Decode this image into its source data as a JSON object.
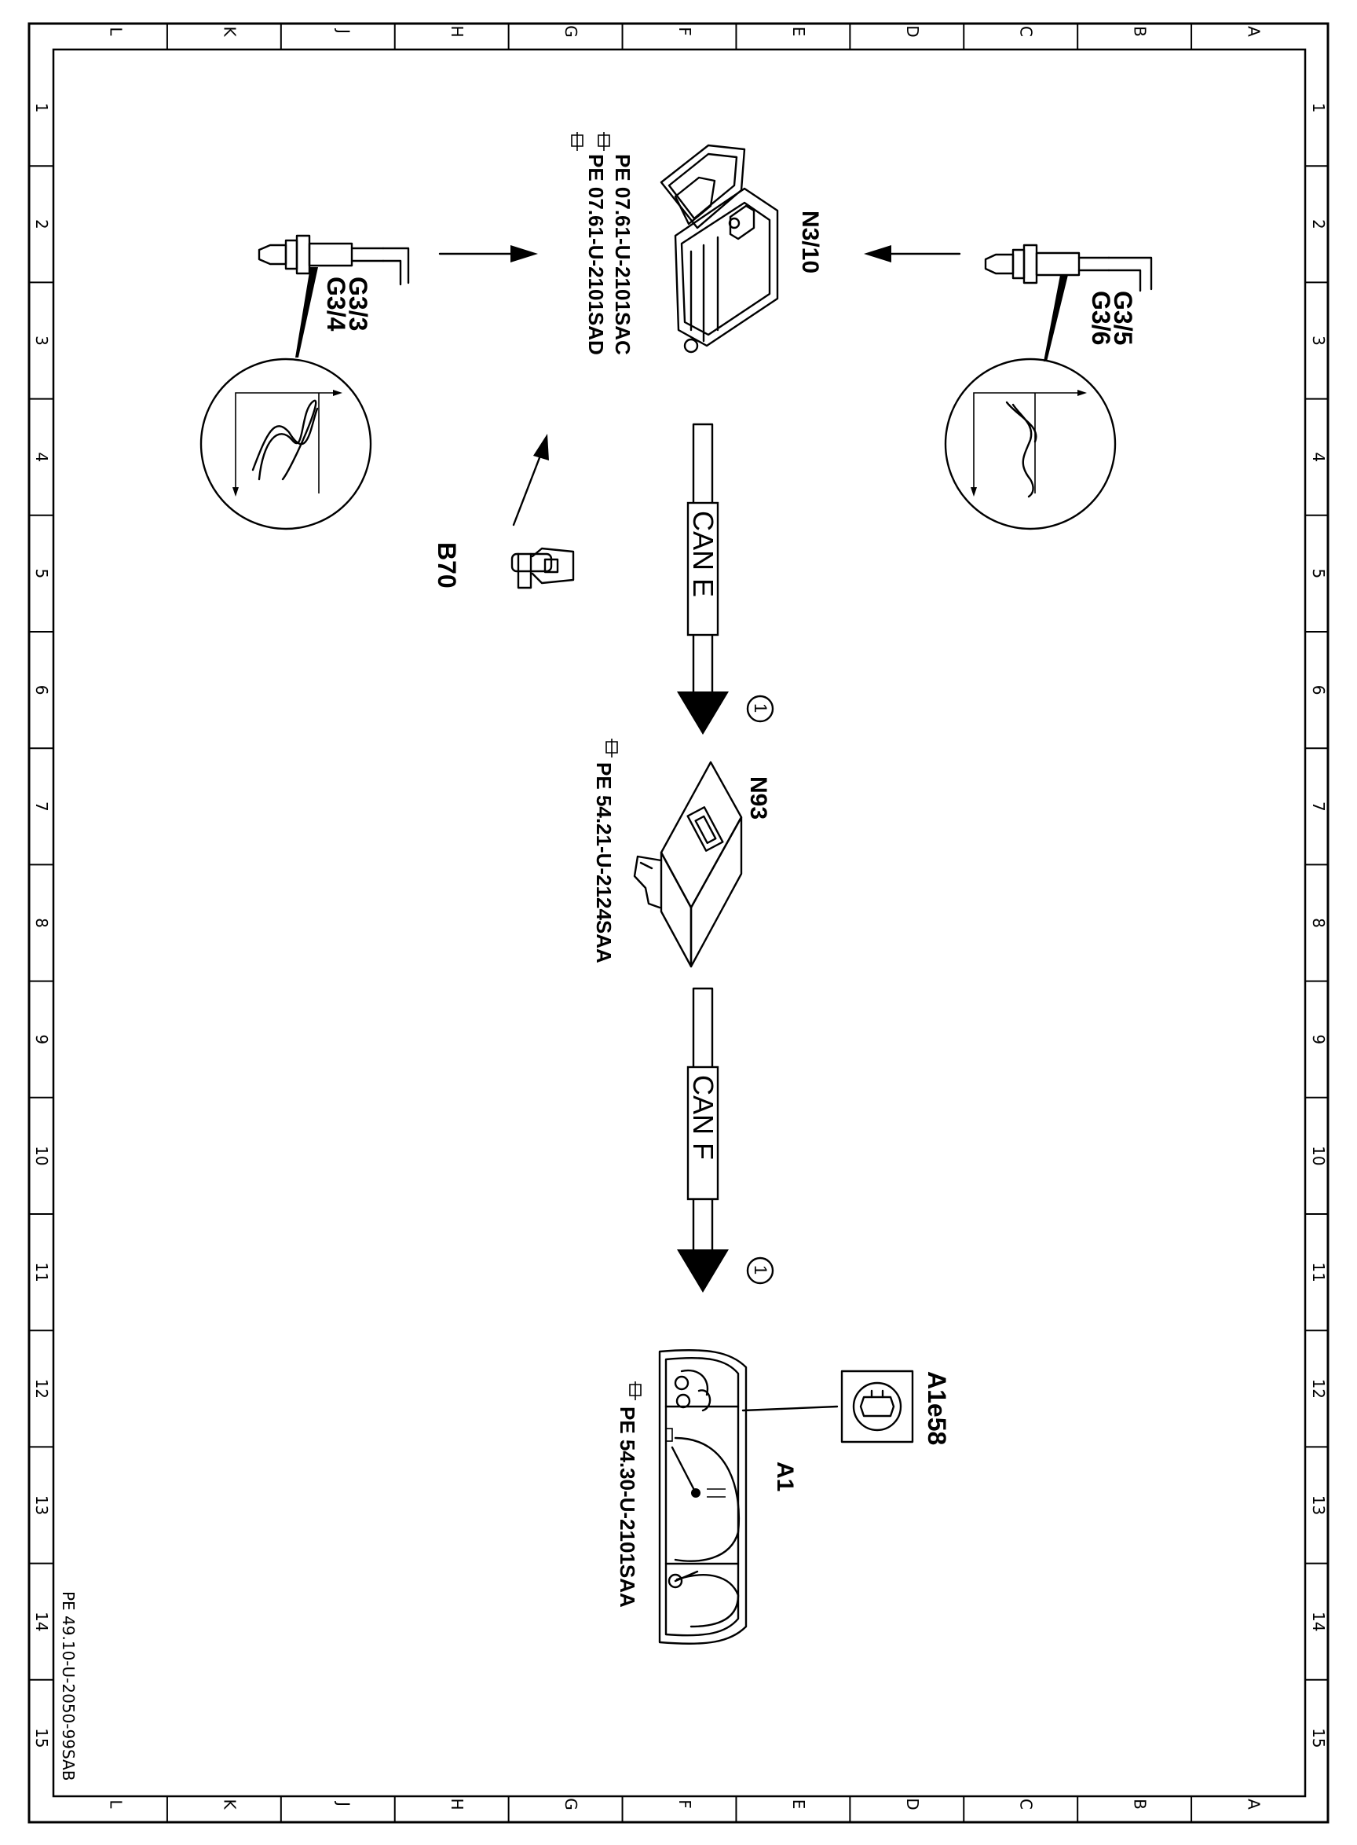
{
  "grid": {
    "columns": [
      "L",
      "K",
      "J",
      "H",
      "G",
      "F",
      "E",
      "D",
      "C",
      "B",
      "A"
    ],
    "rows": [
      "1",
      "2",
      "3",
      "4",
      "5",
      "6",
      "7",
      "8",
      "9",
      "10",
      "11",
      "12",
      "13",
      "14",
      "15"
    ]
  },
  "components": {
    "ecu": {
      "label": "N3/10",
      "refs": [
        "PE 07.61-U-2101SAC",
        "PE 07.61-U-2101SAD"
      ]
    },
    "o2_left": {
      "labels": [
        "G3/3",
        "G3/4"
      ]
    },
    "o2_right": {
      "labels": [
        "G3/5",
        "G3/6"
      ]
    },
    "crank_sensor": {
      "label": "B70"
    },
    "can_e": {
      "label": "CAN E",
      "note": "1"
    },
    "sam": {
      "label": "N93",
      "ref": "PE 54.21-U-2124SAA"
    },
    "can_f": {
      "label": "CAN F",
      "note": "1"
    },
    "cluster": {
      "label": "A1",
      "ref": "PE 54.30-U-2101SAA"
    },
    "warning_lamp": {
      "label": "A1e58"
    }
  },
  "doc_id": "PE 49.10-U-2050-99SAB"
}
